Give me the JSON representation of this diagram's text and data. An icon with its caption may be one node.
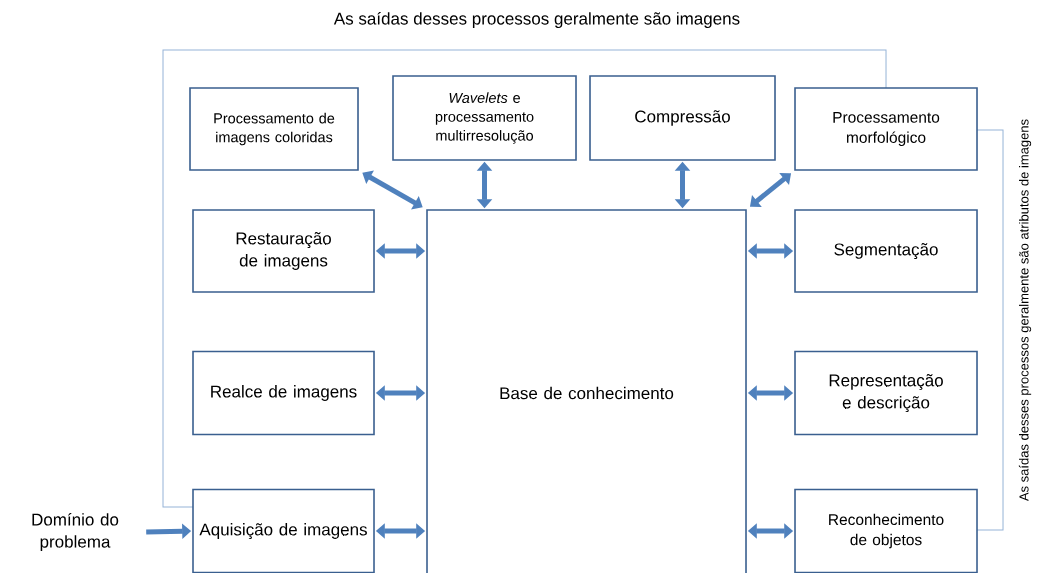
{
  "diagram": {
    "nodes": [
      {
        "text": [
          "Base de conhecimento"
        ]
      },
      {
        "text": [
          "Processamento de imagens coloridas"
        ]
      },
      {
        "text": [
          "*Wavelets* e processamento multirresolução"
        ]
      },
      {
        "text": [
          "Compressão"
        ]
      },
      {
        "text": [
          "Processamento morfológico"
        ]
      },
      {
        "text": [
          "Restauração de imagens"
        ]
      },
      {
        "text": [
          "Segmentação"
        ]
      },
      {
        "text": [
          "Realce de imagens"
        ]
      },
      {
        "text": [
          "Representação e descrição"
        ]
      },
      {
        "text": [
          "Domínio do problema"
        ]
      },
      {
        "text": [
          "Aquisição de imagens"
        ]
      },
      {
        "text": [
          "Reconhecimento de objetos"
        ]
      }
    ],
    "edges": [
      {
        "from": 1,
        "to": 0,
        "arrow": "both"
      },
      {
        "from": 2,
        "to": 0,
        "arrow": "both"
      },
      {
        "from": 3,
        "to": 0,
        "arrow": "both"
      },
      {
        "from": 4,
        "to": 0,
        "arrow": "both"
      },
      {
        "from": 5,
        "to": 0,
        "arrow": "both"
      },
      {
        "from": 6,
        "to": 0,
        "arrow": "both"
      },
      {
        "from": 7,
        "to": 0,
        "arrow": "both"
      },
      {
        "from": 8,
        "to": 0,
        "arrow": "both"
      },
      {
        "from": 9,
        "to": 10,
        "arrow": "to"
      },
      {
        "from": 10,
        "to": 0,
        "arrow": "both"
      },
      {
        "from": 11,
        "to": 0,
        "arrow": "both"
      }
    ],
    "labels": [
      "As saídas desses processos geralmente são imagens",
      "As saídas desses processos geralmente são atributos de imagens"
    ]
  }
}
